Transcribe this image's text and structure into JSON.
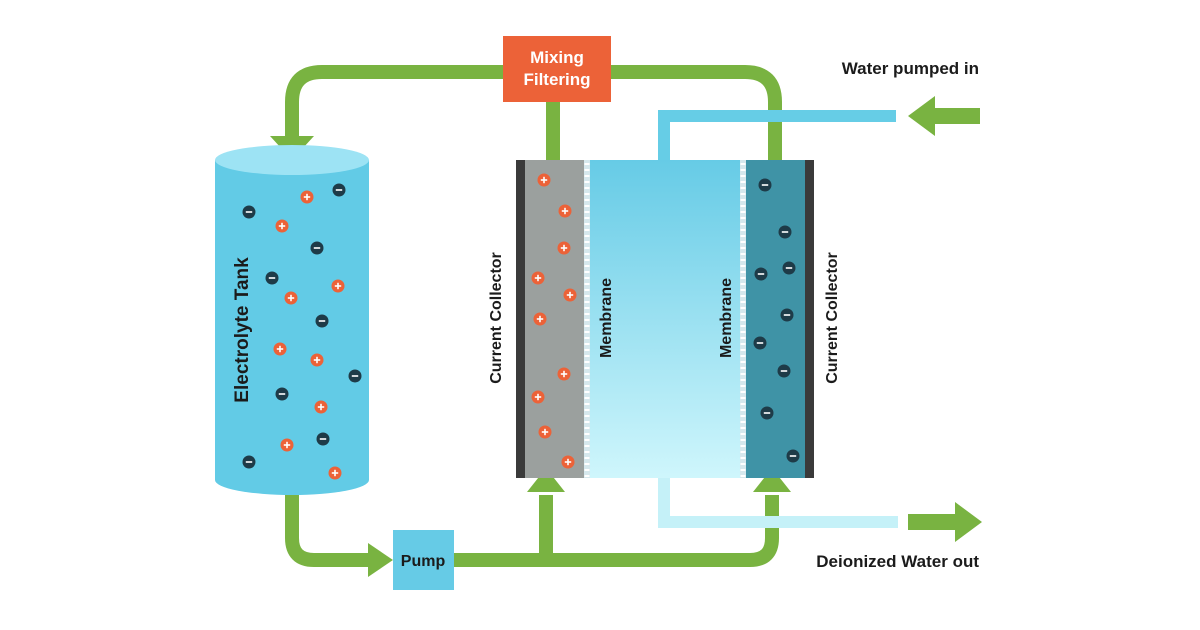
{
  "labels": {
    "mixing_line1": "Mixing",
    "mixing_line2": "Filtering",
    "water_in": "Water pumped in",
    "water_out": "Deionized Water out",
    "tank": "Electrolyte Tank",
    "pump": "Pump",
    "collector_left": "Current Collector",
    "collector_right": "Current Collector",
    "membrane_left": "Membrane",
    "membrane_right": "Membrane"
  },
  "colors": {
    "pipe_green": "#79b341",
    "box_orange": "#ec6238",
    "tank_blue": "#62cbe6",
    "tank_top": "#9de3f4",
    "pump_blue": "#66cbe6",
    "feed_pipe_blue": "#66cde6",
    "out_pipe_light": "#c5f1f8",
    "left_electrode_gray": "#9ba09e",
    "right_electrode_teal": "#3f93a6",
    "collector_dark": "#3a3a3a",
    "channel_top": "#66cbe6",
    "channel_bottom": "#cff6fc",
    "positive_ion": "#ec6238",
    "negative_ion": "#1e3b48"
  },
  "ion_symbols": {
    "positive": "+",
    "negative": "−"
  }
}
